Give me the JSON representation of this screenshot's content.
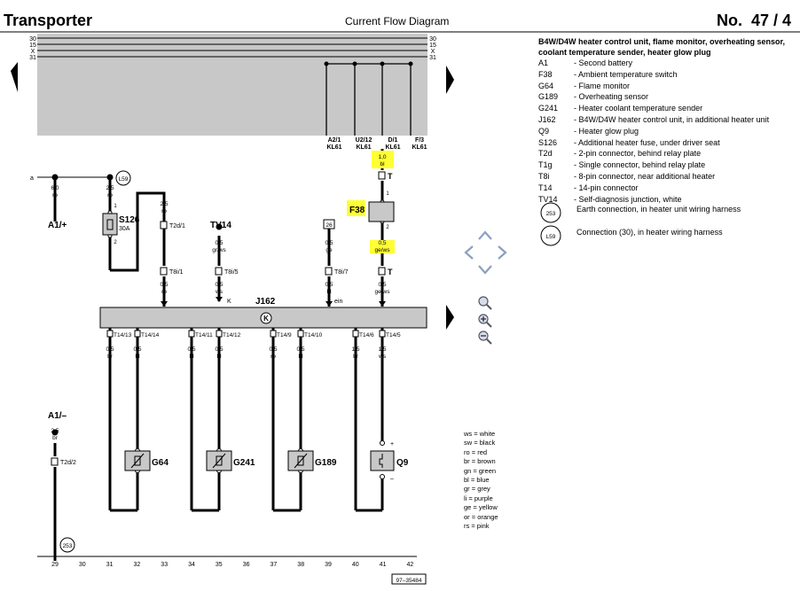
{
  "header": {
    "title": "Transporter",
    "subtitle": "Current Flow Diagram",
    "page_no": "No.  47 / 4"
  },
  "legend": {
    "heading": "B4W/D4W heater control unit, flame monitor, overheating sensor, coolant temperature sender, heater glow plug",
    "items": [
      {
        "code": "A1",
        "desc": "Second battery"
      },
      {
        "code": "F38",
        "desc": "Ambient temperature switch"
      },
      {
        "code": "G64",
        "desc": "Flame monitor"
      },
      {
        "code": "G189",
        "desc": "Overheating sensor"
      },
      {
        "code": "G241",
        "desc": "Heater coolant temperature sender"
      },
      {
        "code": "J162",
        "desc": "B4W/D4W heater control unit, in additional heater unit"
      },
      {
        "code": "Q9",
        "desc": "Heater glow plug"
      },
      {
        "code": "S126",
        "desc": "Additional heater fuse, under driver seat"
      },
      {
        "code": "T2d",
        "desc": "2-pin connector, behind relay plate"
      },
      {
        "code": "T1g",
        "desc": "Single connector, behind relay plate"
      },
      {
        "code": "T8i",
        "desc": "8-pin connector, near additional heater"
      },
      {
        "code": "T14",
        "desc": "14-pin connector"
      },
      {
        "code": "TV14",
        "desc": "Self-diagnosis junction, white"
      }
    ],
    "circles": [
      {
        "code": "253",
        "desc": "Earth connection, in heater unit wiring harness"
      },
      {
        "code": "L59",
        "desc": "Connection (30), in heater wiring harness"
      }
    ]
  },
  "colour_key": [
    "ws = white",
    "sw = black",
    "ro = red",
    "br = brown",
    "gn = green",
    "bl = blue",
    "gr = grey",
    "li = purple",
    "ge = yellow",
    "or = orange",
    "rs = pink"
  ],
  "bus_labels": [
    "30",
    "15",
    "X",
    "31"
  ],
  "kl_labels": [
    {
      "top": "A2/1",
      "bottom": "KL61"
    },
    {
      "top": "U2/12",
      "bottom": "KL61"
    },
    {
      "top": "D/1",
      "bottom": "KL61"
    },
    {
      "top": "F/3",
      "bottom": "KL61"
    }
  ],
  "components": {
    "a": "a",
    "a1plus": "A1/+",
    "a1minus": "A1/–",
    "s126": "S126",
    "s126_amp": "30A",
    "tv14": "TV14",
    "f38": "F38",
    "j162": "J162",
    "g64": "G64",
    "g241": "G241",
    "g189": "G189",
    "q9": "Q9",
    "k": "K",
    "ein": "ein",
    "box26": "26",
    "l59": "L59",
    "gnd253": "253",
    "t2d1": "T2d/1",
    "t2d2": "T2d/2",
    "t8i1": "T8i/1",
    "t8i5": "T8i/5",
    "t8i7": "T8i/7",
    "t_upper": "T",
    "t_lower": "T"
  },
  "wires": {
    "w60": [
      "6,0",
      "ro"
    ],
    "w25a": [
      "2,5",
      "ro"
    ],
    "w25b": [
      "2,5",
      "ro"
    ],
    "w10": [
      "1,0",
      "bl"
    ],
    "w05tv": [
      "0,5",
      "gr/ws"
    ],
    "w05ge": [
      "0,5",
      "ge"
    ],
    "w05gews": [
      "0,5",
      "ge/ws"
    ],
    "w05ro": [
      "0,5",
      "ro"
    ],
    "w05ws": [
      "0,5",
      "ws"
    ],
    "w05bl": [
      "0,5",
      "bl"
    ],
    "w05gews2": [
      "0,5",
      "ge/ws"
    ],
    "w25br": [
      "2,5",
      "br"
    ]
  },
  "t14": [
    {
      "pin": "T14/13",
      "size": "0,5",
      "col": "br"
    },
    {
      "pin": "T14/14",
      "size": "0,5",
      "col": "bl"
    },
    {
      "pin": "T14/11",
      "size": "0,5",
      "col": "bl"
    },
    {
      "pin": "T14/12",
      "size": "0,5",
      "col": "bl"
    },
    {
      "pin": "T14/9",
      "size": "0,5",
      "col": "ro"
    },
    {
      "pin": "T14/10",
      "size": "0,5",
      "col": "bl"
    },
    {
      "pin": "T14/6",
      "size": "1,5",
      "col": "br"
    },
    {
      "pin": "T14/5",
      "size": "1,5",
      "col": "ws"
    }
  ],
  "pin_nums": [
    "1",
    "2",
    "1",
    "2",
    "1",
    "2"
  ],
  "polarity": [
    "+",
    "–"
  ],
  "tracks": [
    "29",
    "30",
    "31",
    "32",
    "33",
    "34",
    "35",
    "36",
    "37",
    "38",
    "39",
    "40",
    "41",
    "42"
  ],
  "doc_ref": "97–35484",
  "colors": {
    "panel": "#c8c8c8",
    "highlight": "#ffff33",
    "line": "#000000"
  }
}
